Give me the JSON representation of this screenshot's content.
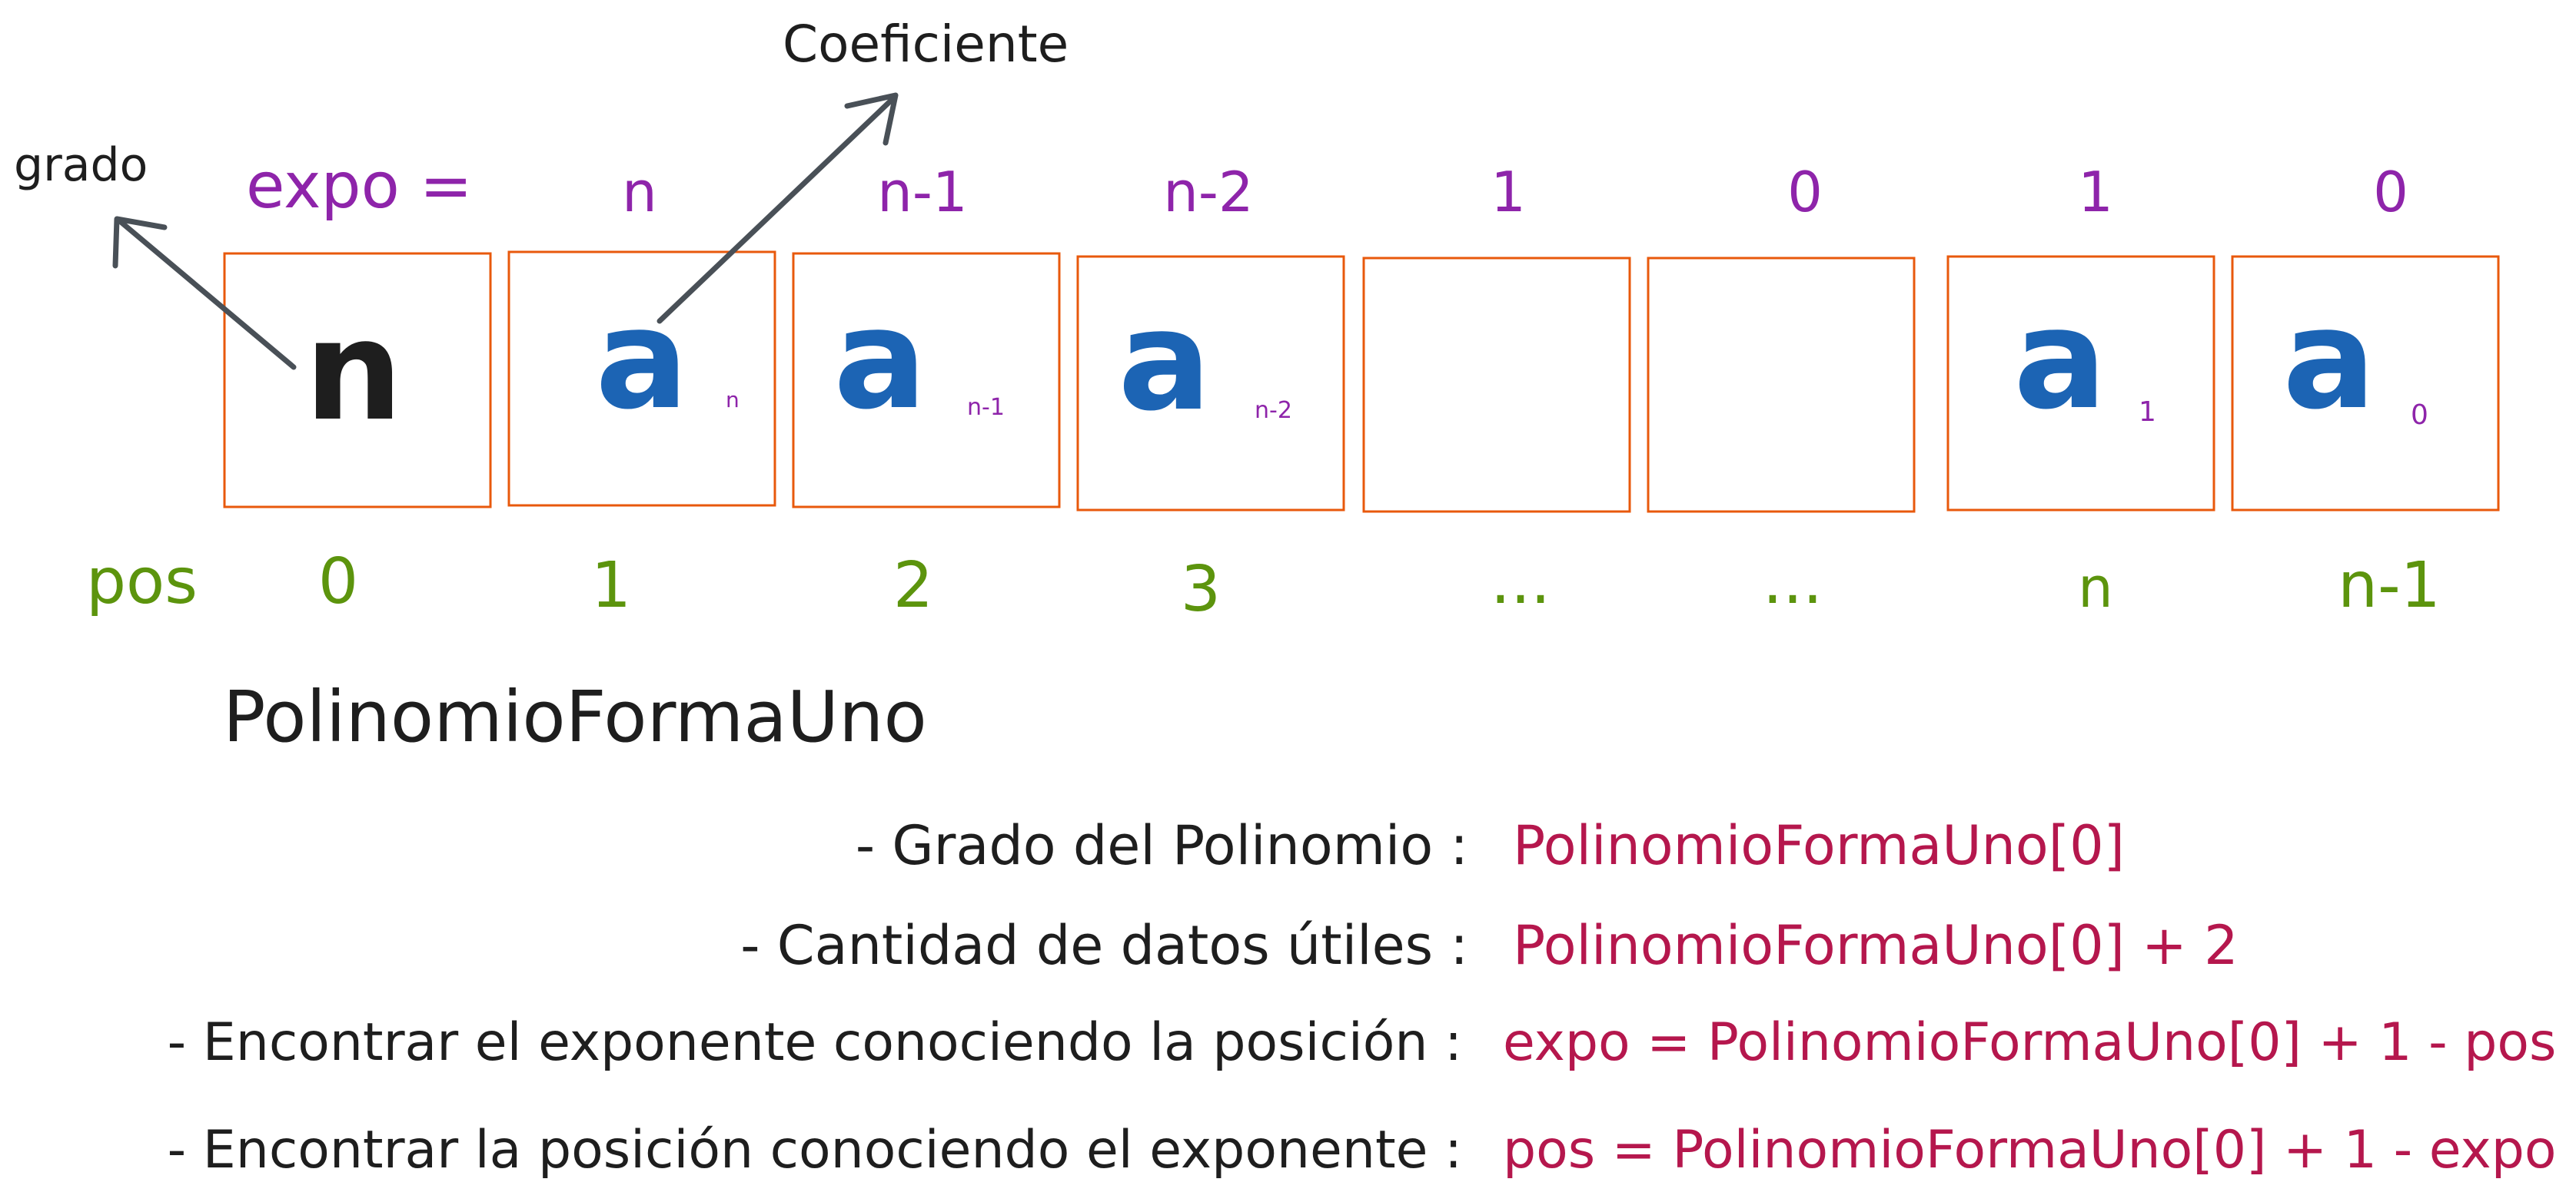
{
  "annotations": {
    "coefficient": "Coeficiente",
    "degree": "grado"
  },
  "expo_row": {
    "label": "expo =",
    "values": [
      "n",
      "n-1",
      "n-2",
      "1",
      "0",
      "1",
      "0"
    ]
  },
  "cells": {
    "first": "n",
    "coef_letter": "a",
    "subscripts": [
      "n",
      "n-1",
      "n-2",
      "",
      "",
      "1",
      "0"
    ]
  },
  "pos_row": {
    "label": "pos",
    "values": [
      "0",
      "1",
      "2",
      "3",
      "...",
      "...",
      "n",
      "n-1"
    ]
  },
  "array_name": "PolinomioFormaUno",
  "rules": [
    {
      "label": "- Grado del Polinomio :",
      "formula": "PolinomioFormaUno[0]"
    },
    {
      "label": "- Cantidad de datos útiles :",
      "formula": "PolinomioFormaUno[0] + 2"
    },
    {
      "label": "- Encontrar el exponente conociendo la posición :",
      "formula": "expo = PolinomioFormaUno[0] + 1 - pos"
    },
    {
      "label": "- Encontrar la posición conociendo el exponente :",
      "formula": "pos = PolinomioFormaUno[0] + 1 - expo"
    }
  ],
  "colors": {
    "expo": "#8e24aa",
    "pos": "#5c940d",
    "coef": "#1c64b4",
    "box": "#e8590c",
    "formula": "#b5174d",
    "arrow": "#495057"
  }
}
